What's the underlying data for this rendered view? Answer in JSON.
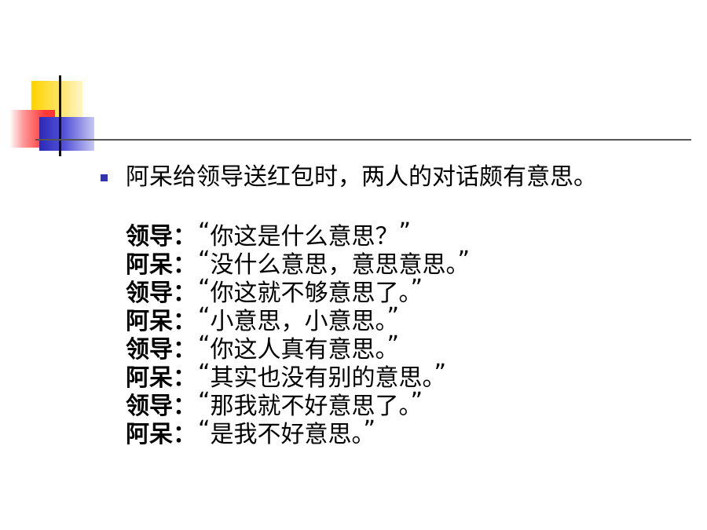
{
  "colors": {
    "bullet": "#3333aa",
    "rule": "#555555",
    "accent_yellow": "#ffd400",
    "accent_red": "#ff3b3b",
    "accent_blue": "#2a2ab8"
  },
  "bullet": {
    "text": "阿呆给领导送红包时，两人的对话颇有意思。"
  },
  "dialogue": [
    {
      "speaker": "领导",
      "colon": "：",
      "open": "“",
      "text": "你这是什么意思？",
      "close": "”"
    },
    {
      "speaker": "阿呆",
      "colon": "：",
      "open": "“",
      "text": "没什么意思，意思意思。",
      "close": "”"
    },
    {
      "speaker": "领导",
      "colon": "：",
      "open": "“",
      "text": "你这就不够意思了。",
      "close": "”"
    },
    {
      "speaker": "阿呆",
      "colon": "：",
      "open": "“",
      "text": "小意思，小意思。",
      "close": "”"
    },
    {
      "speaker": "领导",
      "colon": "：",
      "open": "“",
      "text": "你这人真有意思。",
      "close": "”"
    },
    {
      "speaker": "阿呆",
      "colon": "：",
      "open": "“",
      "text": "其实也没有别的意思。",
      "close": "”"
    },
    {
      "speaker": "领导",
      "colon": "：",
      "open": "“",
      "text": "那我就不好意思了。",
      "close": "”"
    },
    {
      "speaker": "阿呆",
      "colon": "：",
      "open": "“",
      "text": "是我不好意思。",
      "close": "”"
    }
  ]
}
